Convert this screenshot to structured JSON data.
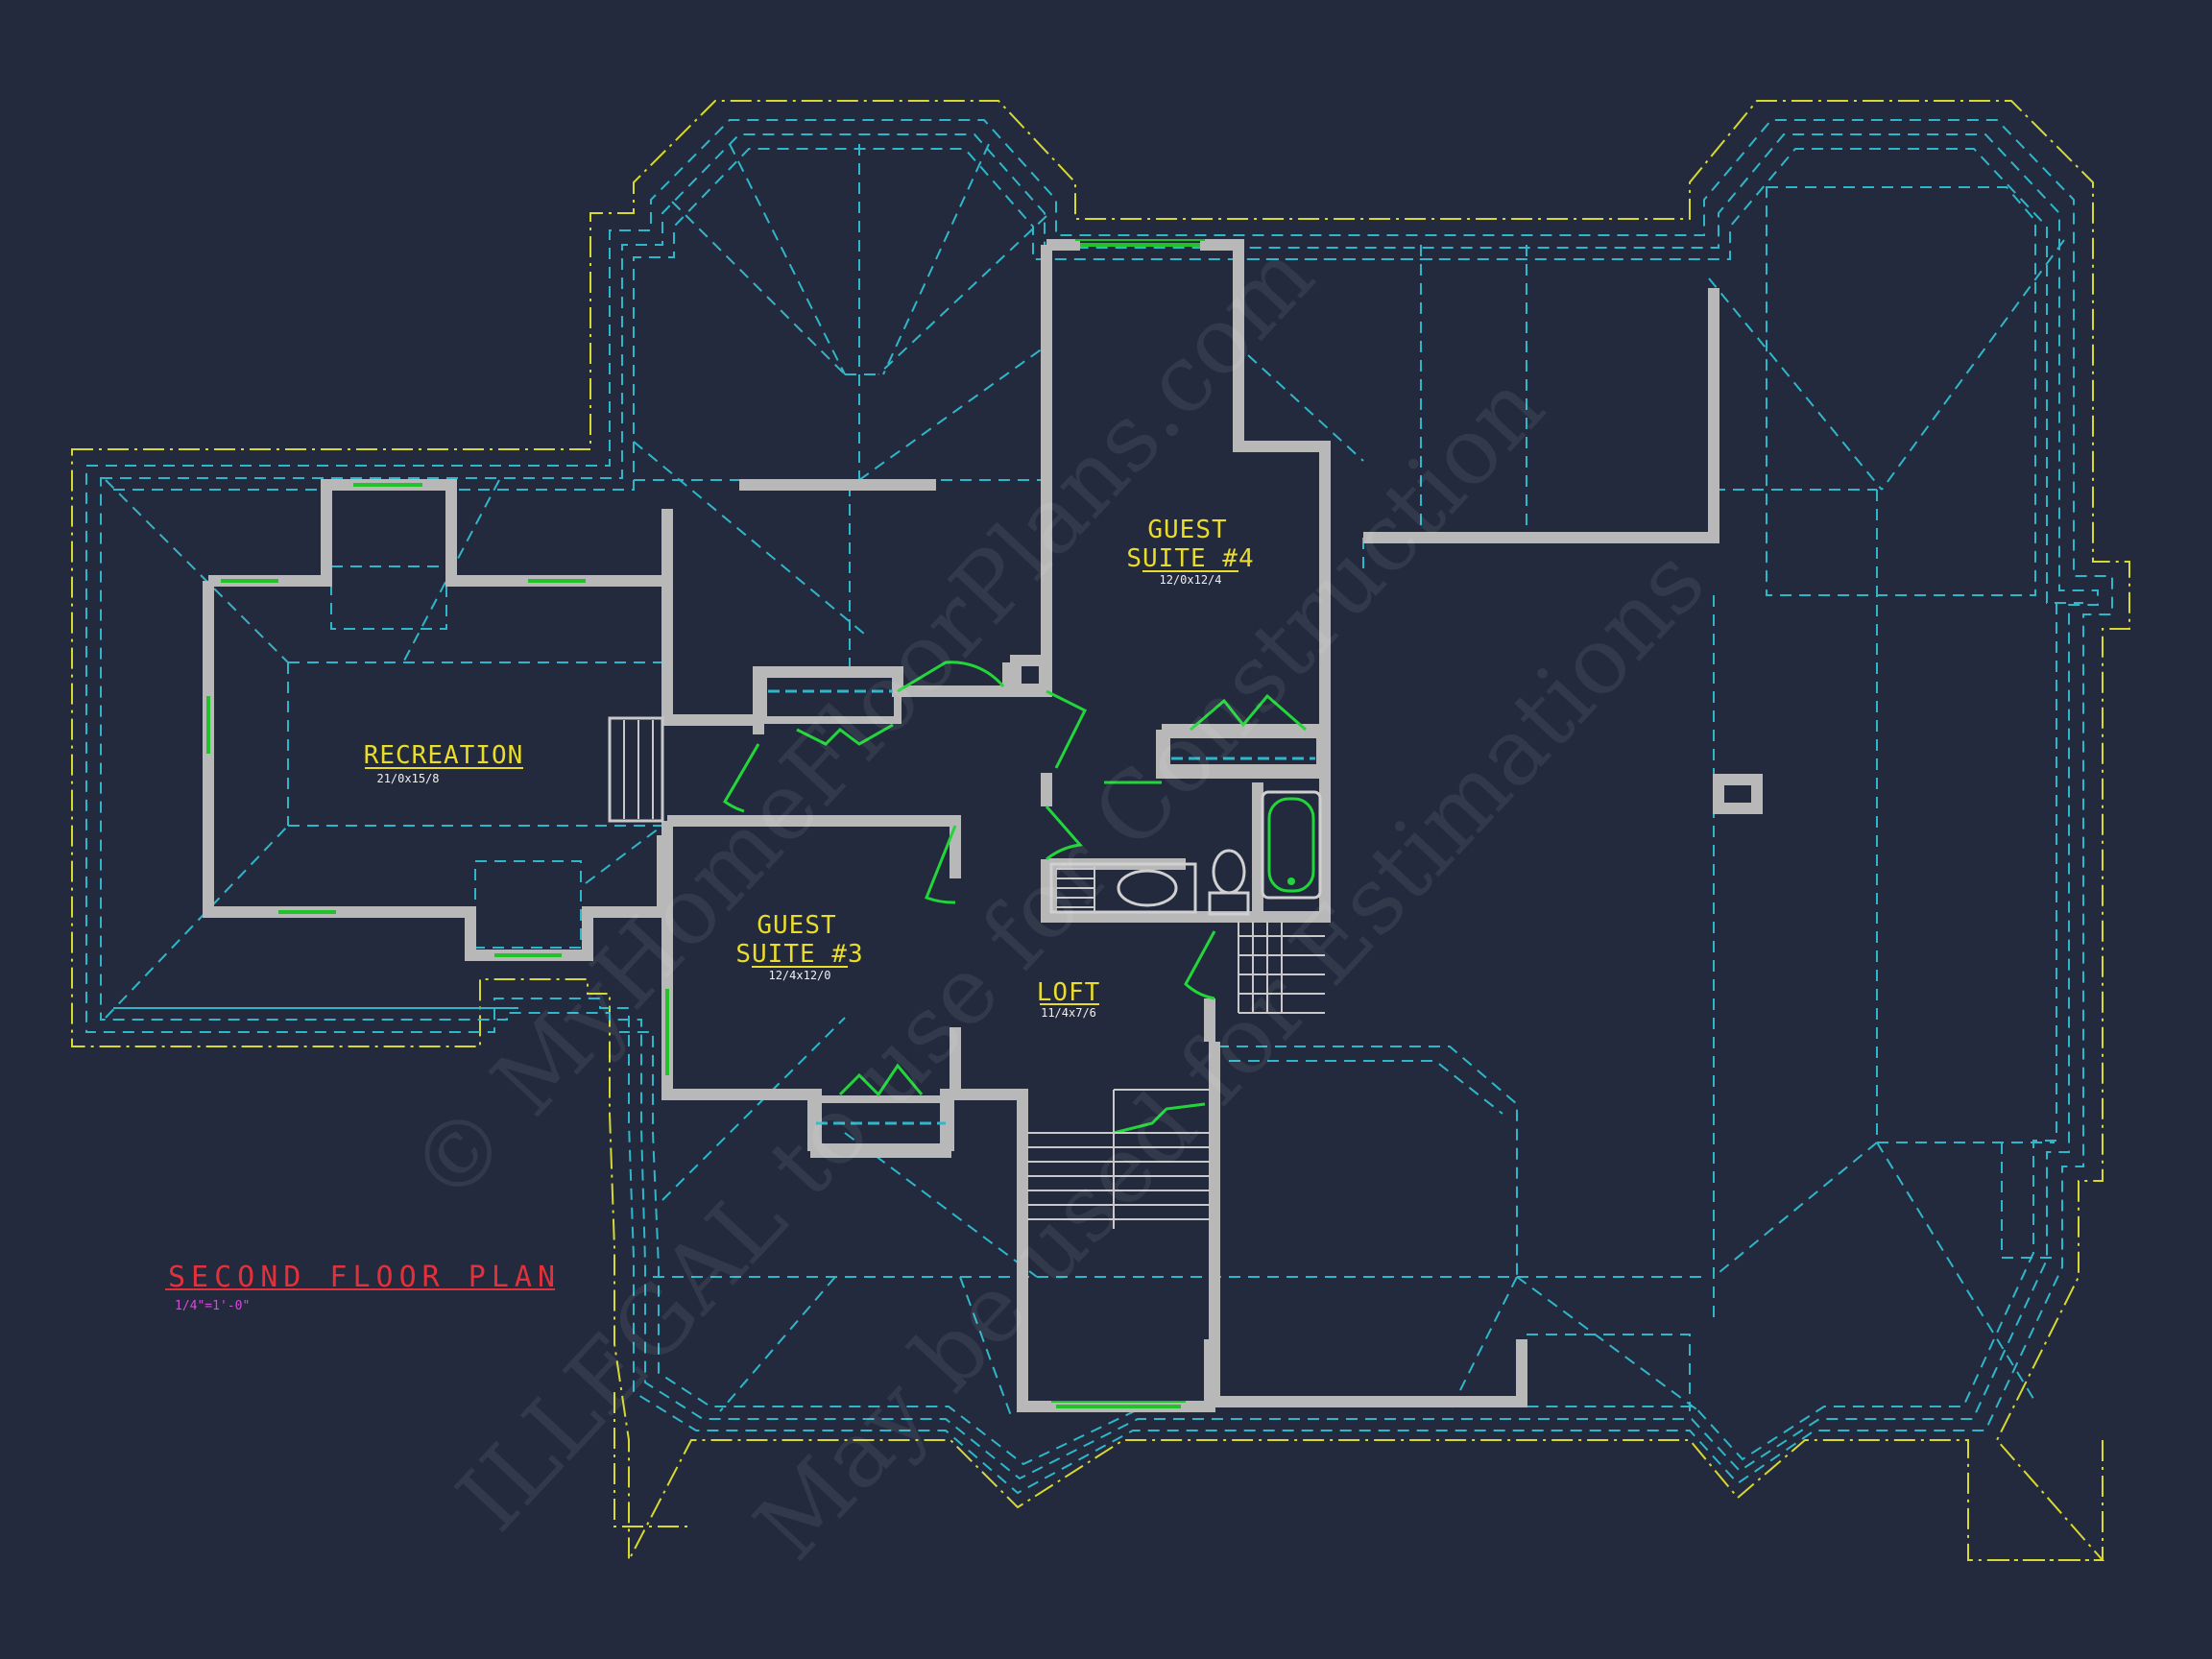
{
  "drawing": {
    "title": "SECOND FLOOR PLAN",
    "scale": "1/4\"=1'-0\""
  },
  "rooms": {
    "recreation": {
      "name": "RECREATION",
      "size": "21/0x15/8"
    },
    "guest_suite_4": {
      "name_line1": "GUEST",
      "name_line2": "SUITE #4",
      "size": "12/0x12/4"
    },
    "guest_suite_3": {
      "name_line1": "GUEST",
      "name_line2": "SUITE #3",
      "size": "12/4x12/0"
    },
    "loft": {
      "name": "LOFT",
      "size": "11/4x7/6"
    }
  },
  "watermark": {
    "line1": "© MyHomeFloorPlans.com",
    "line2": "ILLEGAL to use for Construction",
    "line3": "May be used for Estimations"
  },
  "colors": {
    "background": "#232a3e",
    "wall": "#b8b8b8",
    "roof_outline": "#d7d92e",
    "roof_lines": "#2fb7c9",
    "doors_windows": "#22c22a",
    "room_labels": "#e9dc2a",
    "title": "#e2313a",
    "scale": "#d64ad8"
  }
}
